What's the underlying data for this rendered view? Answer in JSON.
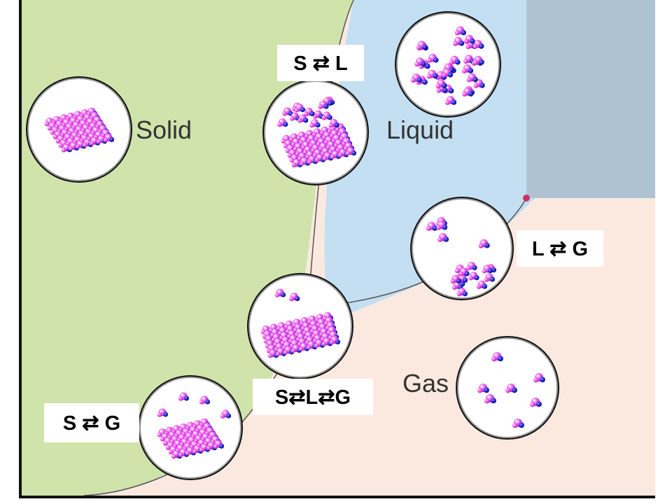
{
  "regions": {
    "solid": {
      "label": "Solid",
      "color": "#cfe3ab"
    },
    "liquid": {
      "label": "Liquid",
      "color": "#c4dff2"
    },
    "gas": {
      "label": "Gas",
      "color": "#fbe9e0"
    },
    "supercritical": {
      "color": "#aec2d3"
    }
  },
  "equilibria": {
    "solid_liquid": "S ⇄ L",
    "liquid_gas": "L ⇄ G",
    "triple_point": "S⇄L⇄G",
    "solid_gas": "S ⇄ G"
  },
  "molecule_colors": {
    "atom_main": "#ee55ee",
    "atom_blue": "#2222cc",
    "highlight": "#ffffff"
  },
  "critical_point_color": "#cc3366",
  "molecule_views": [
    {
      "name": "solid-molecules-view",
      "arrangement": "lattice"
    },
    {
      "name": "solid-liquid-molecules-view",
      "arrangement": "lattice-with-loose"
    },
    {
      "name": "liquid-molecules-view",
      "arrangement": "dense-random"
    },
    {
      "name": "liquid-gas-molecules-view",
      "arrangement": "cluster-with-scattered"
    },
    {
      "name": "triple-point-molecules-view",
      "arrangement": "lattice-with-few"
    },
    {
      "name": "gas-molecules-view",
      "arrangement": "sparse"
    },
    {
      "name": "solid-gas-molecules-view",
      "arrangement": "lattice-with-few"
    }
  ]
}
